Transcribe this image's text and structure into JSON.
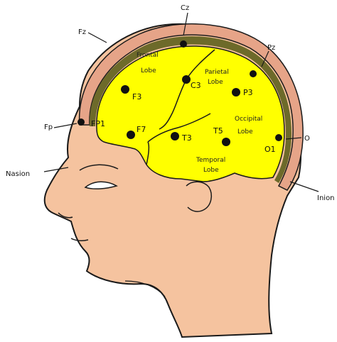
{
  "colors": {
    "skin": "#f5c39f",
    "skull": "#e6a488",
    "brain": "#ffff00",
    "outline": "#1a1a1a",
    "inner_layer": "#6d6a2a",
    "electrode": "#111111"
  },
  "lobes": {
    "frontal": [
      "Frontal",
      "Lobe"
    ],
    "parietal": [
      "Parietal",
      "Lobe"
    ],
    "occipital": [
      "Occipital",
      "Lobe"
    ],
    "temporal": [
      "Temporal",
      "Lobe"
    ]
  },
  "electrodes": {
    "fz": "Fz",
    "f3": "F3",
    "f7": "F7",
    "fp1": "FP1",
    "c3": "C3",
    "p3": "P3",
    "t3": "T3",
    "t5": "T5",
    "o1": "O1"
  },
  "external_labels": {
    "cz": "Cz",
    "pz": "Pz",
    "fp": "Fp",
    "o": "O",
    "nasion": "Nasion",
    "inion": "Inion"
  }
}
